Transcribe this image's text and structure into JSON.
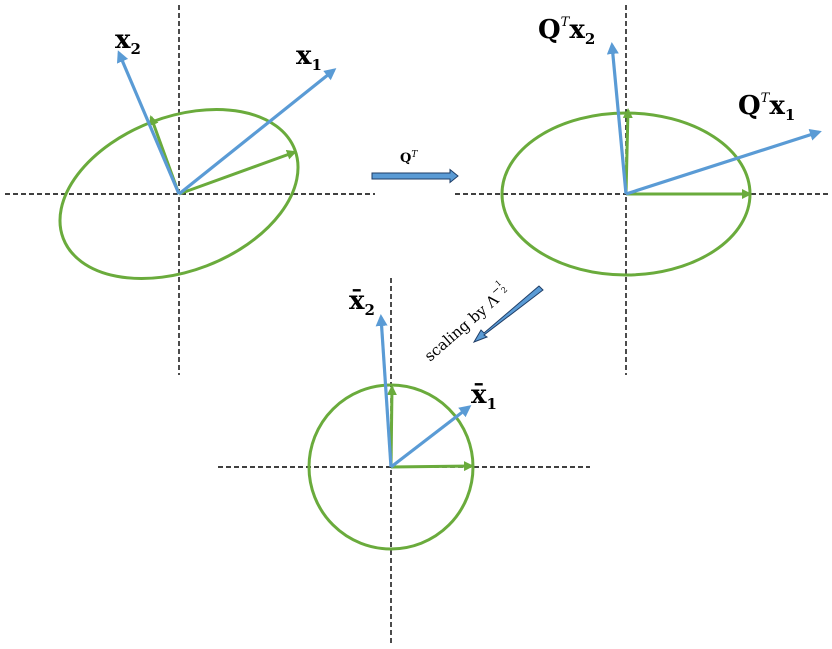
{
  "labels": {
    "x1": "x",
    "x1_sub": "1",
    "x2": "x",
    "x2_sub": "2",
    "qtx1_q": "Q",
    "qtx1_t": "T",
    "qtx1_x": "x",
    "qtx1_sub": "1",
    "qtx2_q": "Q",
    "qtx2_t": "T",
    "qtx2_x": "x",
    "qtx2_sub": "2",
    "xbar1": "x̄",
    "xbar1_sub": "1",
    "xbar2": "x̄",
    "xbar2_sub": "2"
  },
  "arrows": {
    "rotation": {
      "q": "Q",
      "t": "T"
    },
    "scaling": {
      "text": "scaling by Λ",
      "exp": "−",
      "frac_num": "1",
      "frac_den": "2"
    }
  },
  "colors": {
    "ellipse": "#6aab3c",
    "eigen_vectors": "#6aab3c",
    "data_vectors": "#5a9bd5",
    "arrow_fill": "#5a9bd5",
    "axes": "#000000"
  }
}
